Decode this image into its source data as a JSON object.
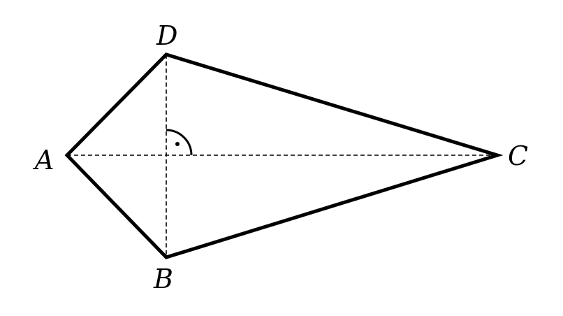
{
  "figure": {
    "vertices": {
      "A": "A",
      "B": "B",
      "C": "C",
      "D": "D"
    },
    "diagonals": [
      "AC",
      "BD"
    ],
    "right_angle_marker": "·",
    "colors": {
      "stroke": "#000000",
      "background": "#ffffff"
    }
  }
}
